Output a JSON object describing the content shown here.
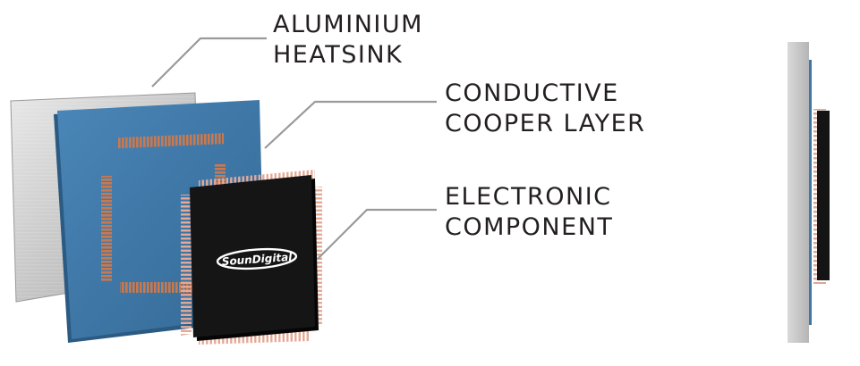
{
  "labels": {
    "heatsink": {
      "line1": "ALUMINIUM",
      "line2": "HEATSINK"
    },
    "copper": {
      "line1": "CONDUCTIVE",
      "line2": "COOPER LAYER"
    },
    "component": {
      "line1": "ELECTRONIC",
      "line2": "COMPONENT"
    }
  },
  "chip": {
    "brand": "SounDigital"
  },
  "colors": {
    "heatsink": "#c9c9c9",
    "copper_layer": "#3f77a6",
    "copper_traces": "#c77a56",
    "chip_body": "#141414",
    "chip_pins": "#e8a998",
    "leader_lines": "#9a9a9a",
    "text": "#231f20"
  }
}
